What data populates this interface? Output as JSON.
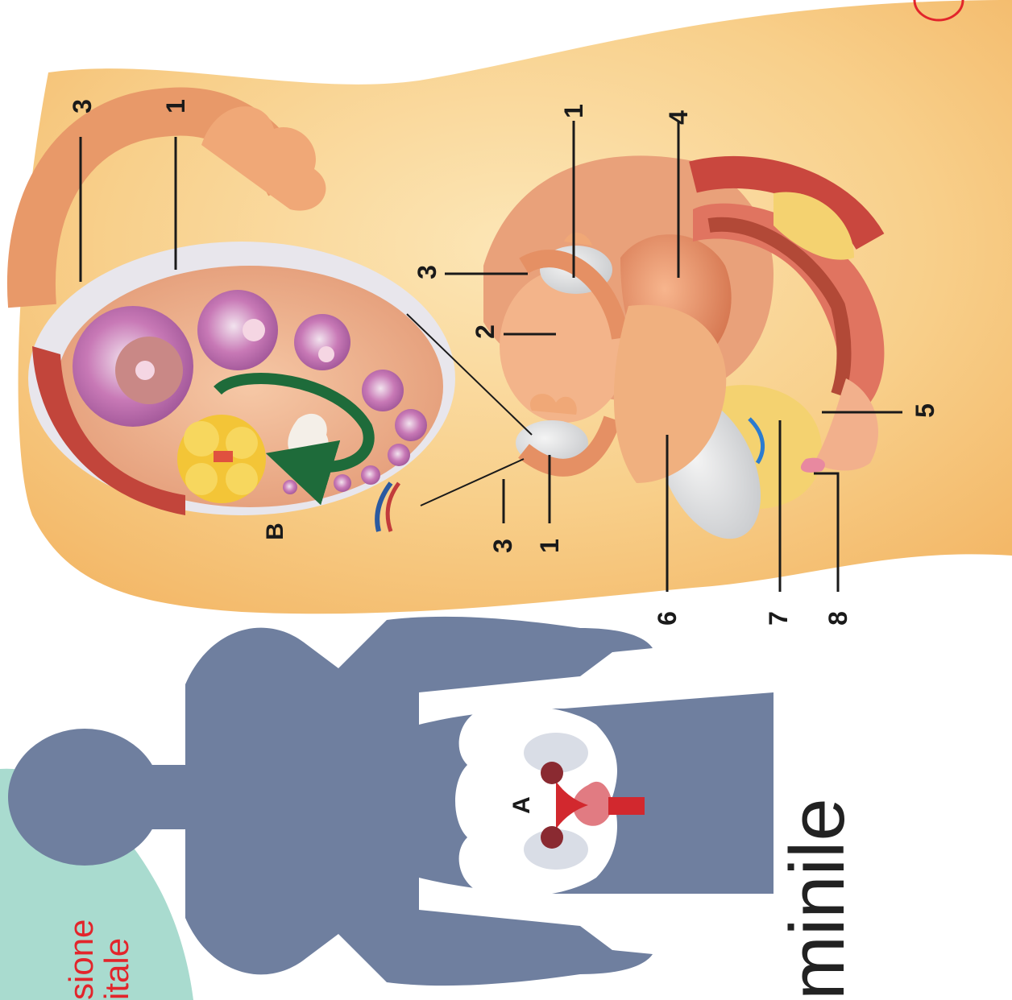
{
  "page": {
    "heading_fragment": "minile",
    "sidebar_line1": "sione",
    "sidebar_line2": "itale"
  },
  "figure": {
    "panel_a_letter": "A",
    "panel_b_letter": "B",
    "labels": [
      "1",
      "2",
      "3",
      "4",
      "5",
      "6",
      "7",
      "8"
    ]
  },
  "colors": {
    "skin": "#f6c477",
    "silhouette": "#6f7f9f",
    "pelvis": "#ffffff",
    "organ_red": "#d2282e",
    "teal_tab": "#a9dbcf",
    "accent_red": "#e2252b",
    "arrow_green": "#1e6b3a",
    "follicle_purple": "#b65aa8"
  }
}
